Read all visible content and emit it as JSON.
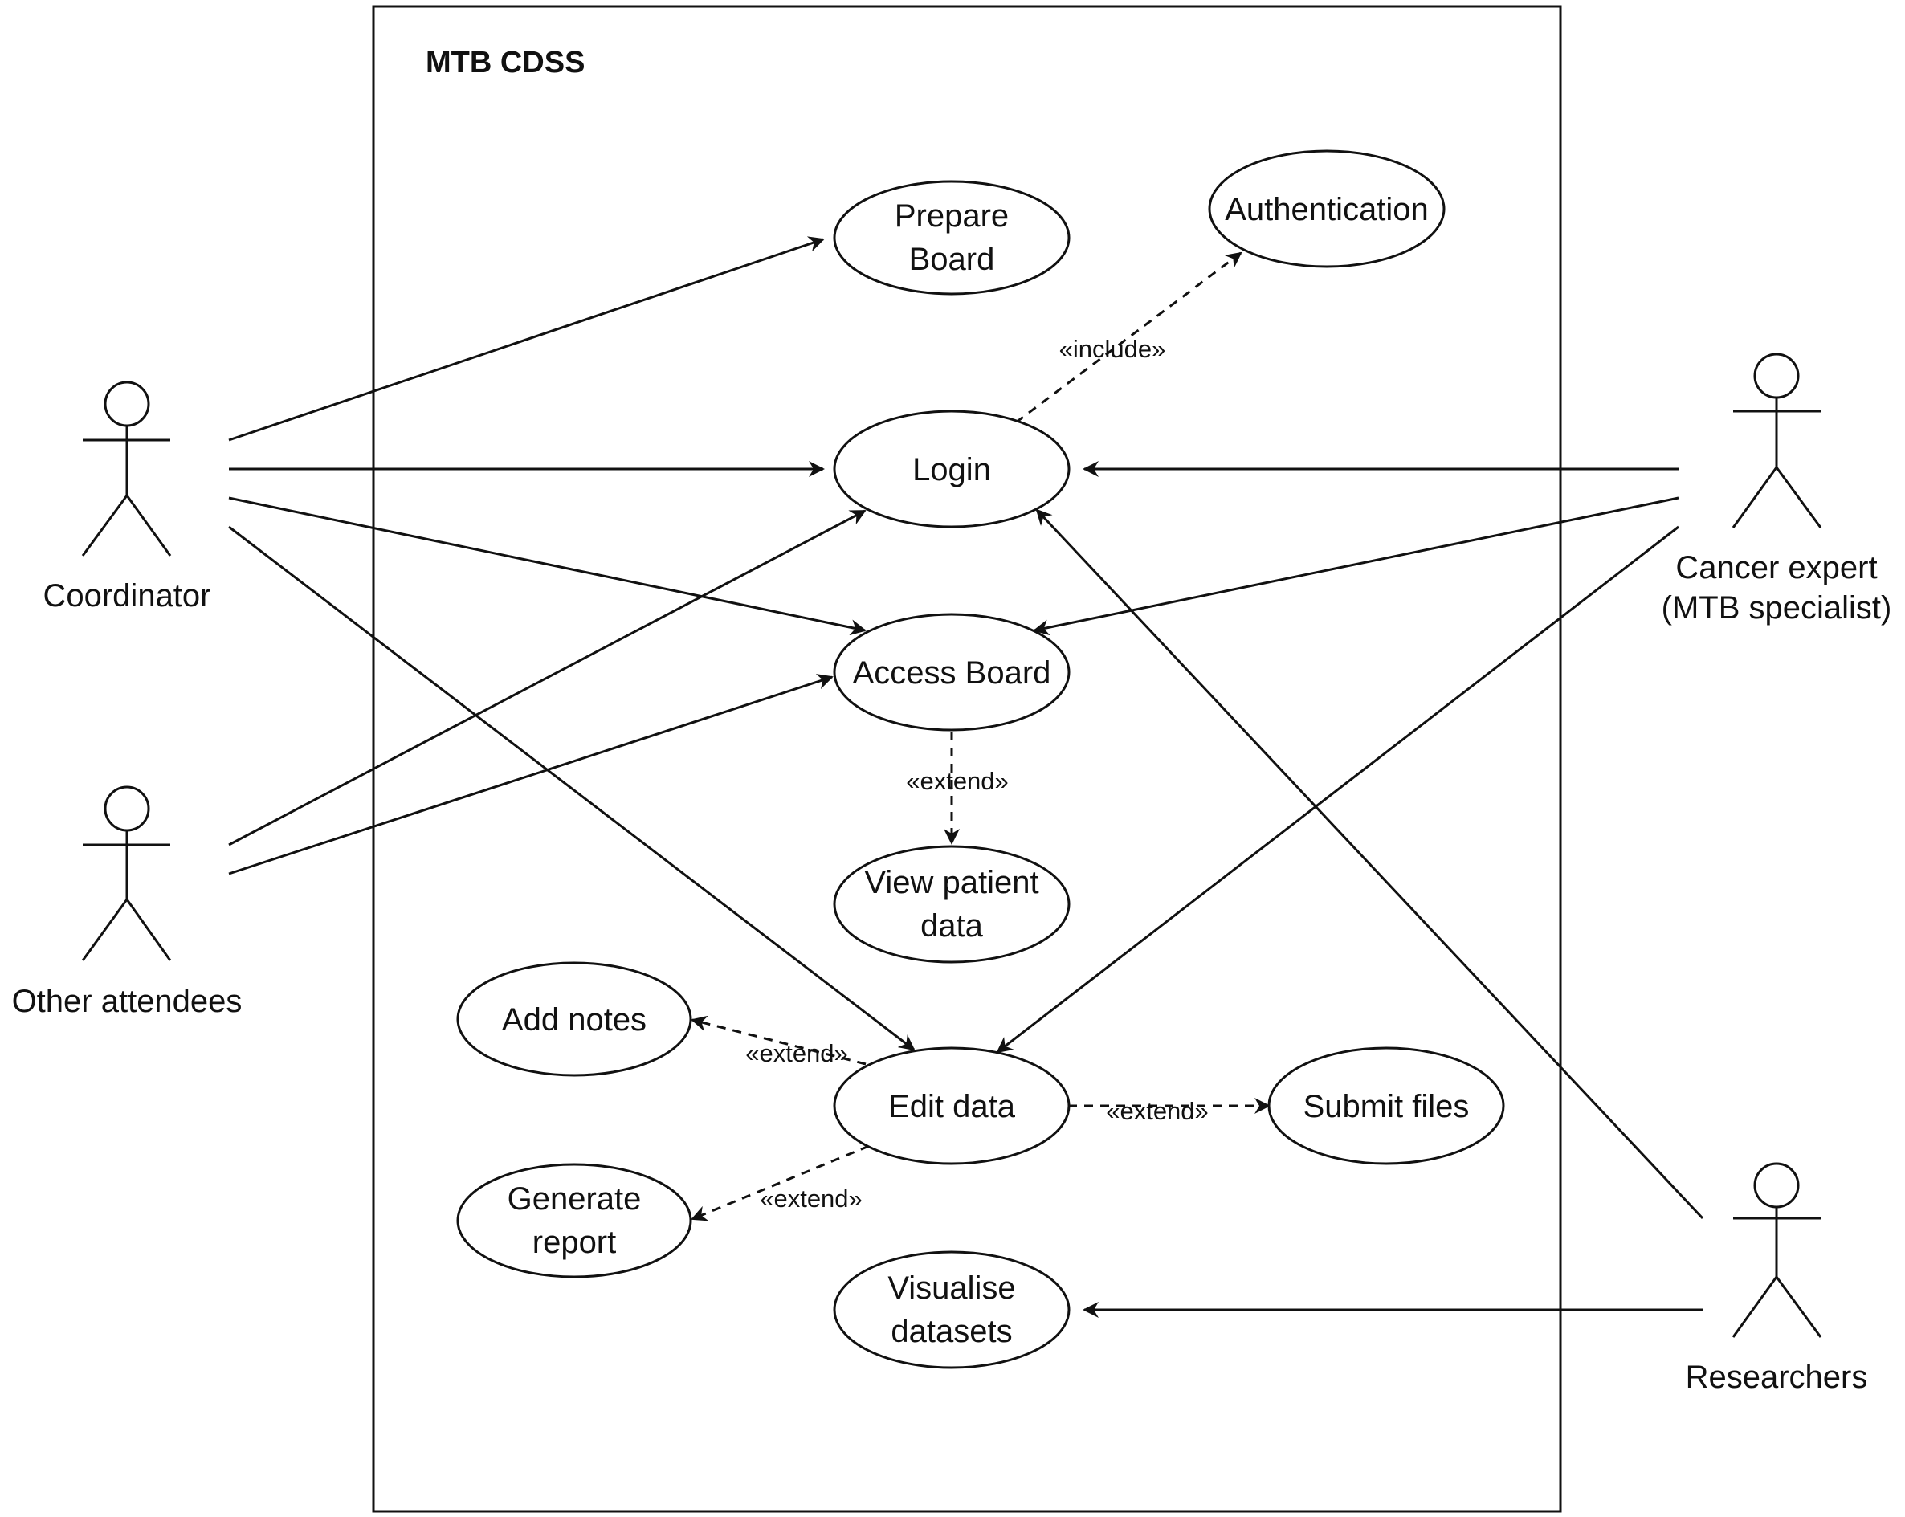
{
  "system": {
    "title": "MTB CDSS"
  },
  "actors": {
    "coordinator": "Coordinator",
    "other_attendees": "Other attendees",
    "cancer_expert_line1": "Cancer expert",
    "cancer_expert_line2": "(MTB specialist)",
    "researchers": "Researchers"
  },
  "use_cases": {
    "prepare_board": [
      "Prepare",
      "Board"
    ],
    "authentication": "Authentication",
    "login": "Login",
    "access_board": "Access Board",
    "view_patient_data": [
      "View patient",
      "data"
    ],
    "add_notes": "Add notes",
    "edit_data": "Edit data",
    "submit_files": "Submit files",
    "generate_report": [
      "Generate",
      "report"
    ],
    "visualise_datasets": [
      "Visualise",
      "datasets"
    ]
  },
  "relations": {
    "login_auth": "«include»",
    "access_view": "«extend»",
    "edit_notes": "«extend»",
    "edit_submit": "«extend»",
    "edit_report": "«extend»"
  }
}
